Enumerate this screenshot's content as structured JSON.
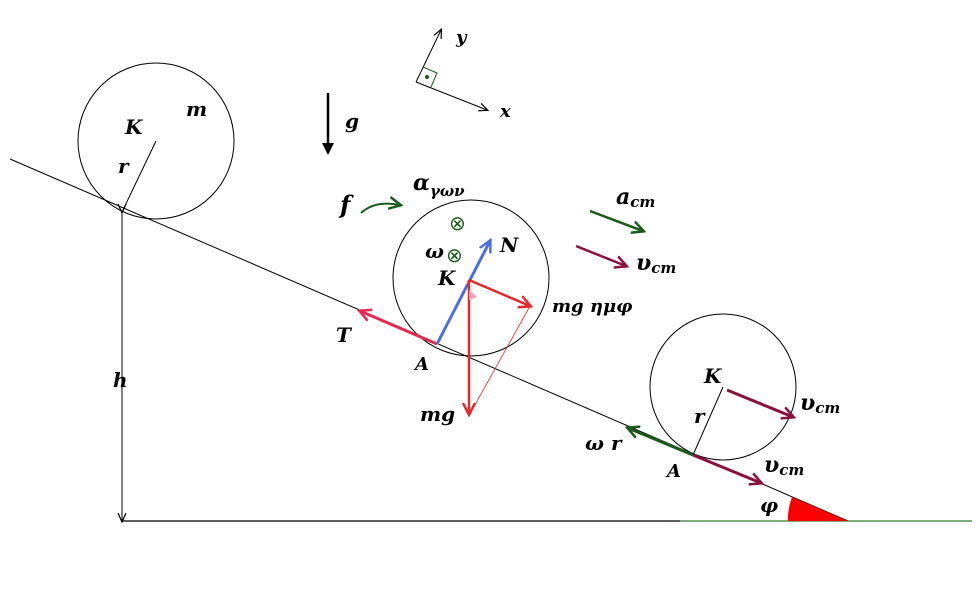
{
  "diagram": {
    "labels": {
      "y_axis": "y",
      "x_axis": "x",
      "gravity": "g",
      "center_top": "K",
      "mass": "m",
      "radius_top": "r",
      "friction": "f",
      "alpha_main": "α",
      "alpha_sub": "γων",
      "omega": "ω",
      "center_mid": "K",
      "normal": "N",
      "a_cm_main": "a",
      "a_cm_sub": "cm",
      "v_cm_main": "υ",
      "v_cm_sub": "cm",
      "mg_sin": "mg ημφ",
      "tension": "T",
      "contact_mid": "A",
      "height": "h",
      "weight": "mg",
      "center_bot": "K",
      "radius_bot": "r",
      "v_cm2_main": "υ",
      "v_cm2_sub": "cm",
      "omega_r": "ω r",
      "contact_bot": "A",
      "v_cm3_main": "υ",
      "v_cm3_sub": "cm",
      "angle": "φ",
      "cross_symbol": "⊗"
    },
    "colors": {
      "line": "#000000",
      "tension": "#e8294f",
      "weight": "#e02a2a",
      "normal": "#4b6fe0",
      "velocity": "#8a1040",
      "acceleration": "#1a5a1a",
      "angle_fill": "#ff0000",
      "ground_green": "#2f7a2f"
    }
  }
}
